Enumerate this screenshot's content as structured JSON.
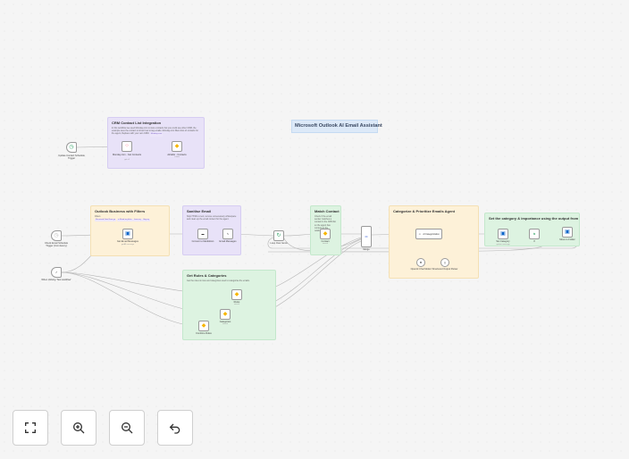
{
  "workflow_title": "Microsoft Outlook AI Email Assistant",
  "stickies": {
    "crm": {
      "title": "CRM Contact List Integration",
      "body": "In this workflow we used Monday.com to store contacts but you could use other CRM, the example uses the contact to show how to tag emails. Monday.com filters lists of contacts for the agent, Replace with your own CRM.",
      "tag": "Monday.com"
    },
    "outlook": {
      "title": "Outlook Business with Filters",
      "body": "Filters",
      "tags": [
        "Received DateTime ge",
        "is Read eq false",
        "from eq",
        "flag eq"
      ]
    },
    "sanitise": {
      "title": "Sanitise Email",
      "body": "Strip HTML to text, remove unnecessary whitespace and clean up the email content for the agent."
    },
    "match": {
      "title": "Match Contact",
      "body": "Check if the email sender matches a contact in the CRM list so the agent has context on the relationship."
    },
    "categorize": {
      "title": "Categorize & Prioritize Emails Agent"
    },
    "rules": {
      "title": "Get Rules & Categories",
      "body": "Get the rules & rules and categories used to categorise the emails."
    },
    "set_category": {
      "title": "Set the category & importance using the output from the agent"
    }
  },
  "nodes": {
    "schedule_trigger": {
      "label": "Update Contact Schedule Trigger",
      "icon": "clock-icon"
    },
    "monday_get": {
      "label": "Monday.com - Get Contacts",
      "sub": "get all",
      "icon": "monday-icon"
    },
    "airtable_upsert": {
      "label": "Airtable - Contacts",
      "sub": "create",
      "icon": "airtable-icon"
    },
    "email_schedule": {
      "label": "Check Email Schedule Trigger (Cron Every)",
      "icon": "clock-icon"
    },
    "manual_trigger": {
      "label": "When clicking 'Test workflow'",
      "icon": "cursor-icon"
    },
    "get_messages": {
      "label": "Get Email Messages",
      "sub": "getAll message",
      "icon": "outlook-icon"
    },
    "markdown": {
      "label": "Convert to Markdown",
      "icon": "markdown-icon"
    },
    "email_messages": {
      "label": "Email Messages",
      "icon": "pencil-icon"
    },
    "loop": {
      "label": "Loop Over Items",
      "icon": "loop-icon"
    },
    "contact": {
      "label": "Contact",
      "sub": "search",
      "icon": "airtable-icon"
    },
    "merge": {
      "label": "Merge",
      "icon": "merge-icon"
    },
    "ai_agent": {
      "label": "AI Categorization",
      "icon": "robot-icon"
    },
    "openai_model": {
      "label": "OpenAI Chat Model",
      "icon": "openai-icon"
    },
    "parser": {
      "label": "Structured Output Parser",
      "icon": "braces-icon"
    },
    "set_category": {
      "label": "Set Category",
      "sub": "update message",
      "icon": "outlook-icon"
    },
    "if": {
      "label": "If",
      "icon": "if-icon"
    },
    "move_folder": {
      "label": "Move to Folder",
      "sub": "move message",
      "icon": "outlook-icon"
    },
    "rules": {
      "label": "Rules",
      "sub": "search",
      "icon": "airtable-icon"
    },
    "categories": {
      "label": "Categories",
      "sub": "search",
      "icon": "airtable-icon"
    },
    "combine": {
      "label": "Combine Rules",
      "icon": "airtable-icon"
    }
  },
  "controls": {
    "fit": {
      "icon": "fit-to-view-icon"
    },
    "zoom_in": {
      "icon": "zoom-in-icon"
    },
    "zoom_out": {
      "icon": "zoom-out-icon"
    },
    "undo": {
      "icon": "undo-icon"
    }
  }
}
